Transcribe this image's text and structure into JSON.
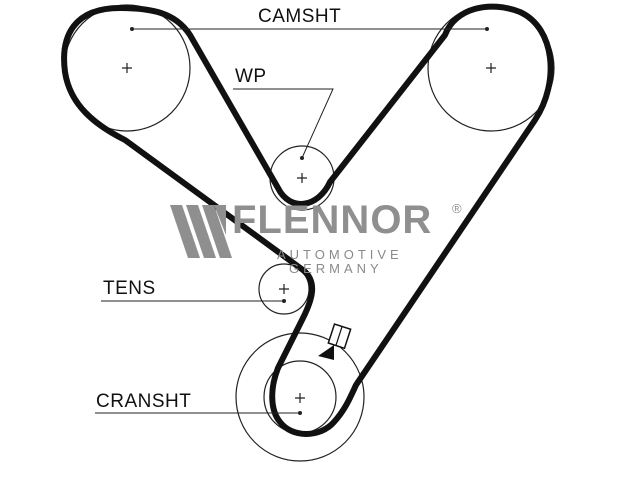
{
  "labels": {
    "camshaft": "CAMSHT",
    "water_pump": "WP",
    "tensioner": "TENS",
    "crankshaft": "CRANSHT"
  },
  "logo": {
    "brand": "FLENNOR",
    "registered": "®",
    "subtitle_line1": "AUTOMOTIVE",
    "subtitle_line2": "GERMANY"
  },
  "colors": {
    "belt": "#111111",
    "logo": "#8f8f8f"
  }
}
